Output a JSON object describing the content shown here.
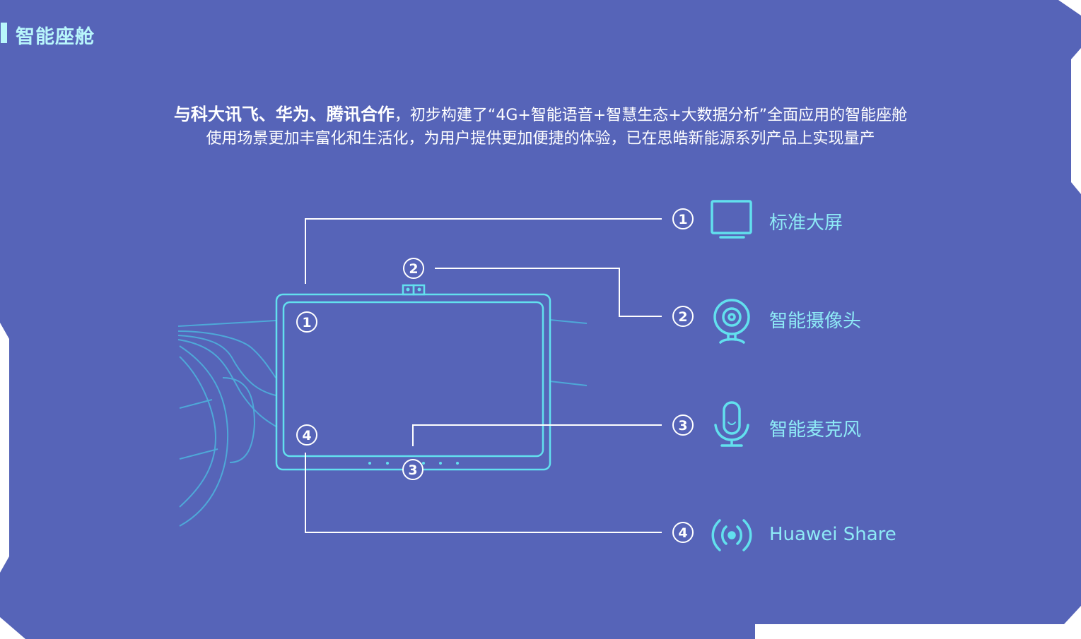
{
  "section_title": "智能座舱",
  "intro": {
    "line1_bold": "与科大讯飞、华为、腾讯合作",
    "line1_rest": "，初步构建了“4G+智能语音+智慧生态+大数据分析”全面应用的智能座舱",
    "line2": "使用场景更加丰富化和生活化，为用户提供更加便捷的体验，已在思皓新能源系列产品上实现量产"
  },
  "markers": {
    "m1": "1",
    "m2": "2",
    "m3": "3",
    "m4": "4"
  },
  "features": [
    {
      "num": "1",
      "icon": "monitor-icon",
      "label": "标准大屏"
    },
    {
      "num": "2",
      "icon": "webcam-icon",
      "label": "智能摄像头"
    },
    {
      "num": "3",
      "icon": "microphone-icon",
      "label": "智能麦克风"
    },
    {
      "num": "4",
      "icon": "wireless-signal-icon",
      "label": "Huawei Share"
    }
  ],
  "colors": {
    "background": "#5664b8",
    "accent": "#62e0ee",
    "dashboard_lines": "#4ea8d8",
    "title": "#b8f6fb"
  }
}
